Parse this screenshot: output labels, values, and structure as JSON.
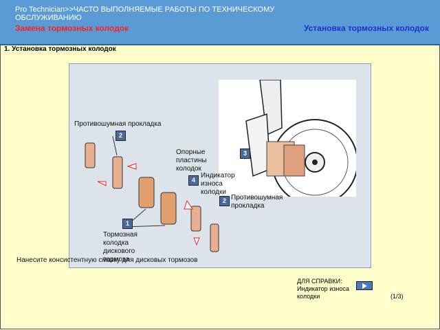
{
  "header": {
    "breadcrumb": "Pro Technician>>ЧАСТО ВЫПОЛНЯЕМЫЕ РАБОТЫ ПО ТЕХНИЧЕСКОМУ ОБСЛУЖИВАНИЮ",
    "section": "Замена тормозных колодок",
    "title": "Установка тормозных колодок"
  },
  "step": "1. Установка тормозных колодок",
  "figure": {
    "labels": {
      "shim_top": "Противошумная прокладка",
      "support_plates": "Опорные пластины колодок",
      "wear_indicator": "Индикатор износа колодки",
      "shim_right": "Противошумная прокладка",
      "brake_pad": "Тормозная колодка дискового тормоза"
    },
    "badges": [
      "2",
      "3",
      "4",
      "2",
      "1"
    ],
    "note": "Нанесите консистентную смазку для дисковых тормозов"
  },
  "reference": {
    "label": "ДЛЯ СПРАВКИ:",
    "text": "Индикатор износа колодки"
  },
  "pager": "(1/3)",
  "colors": {
    "header_bg": "#5b9bd5",
    "section": "#ff1f1f",
    "title": "#1f2fd0",
    "body_bg": "#ffffcc"
  }
}
